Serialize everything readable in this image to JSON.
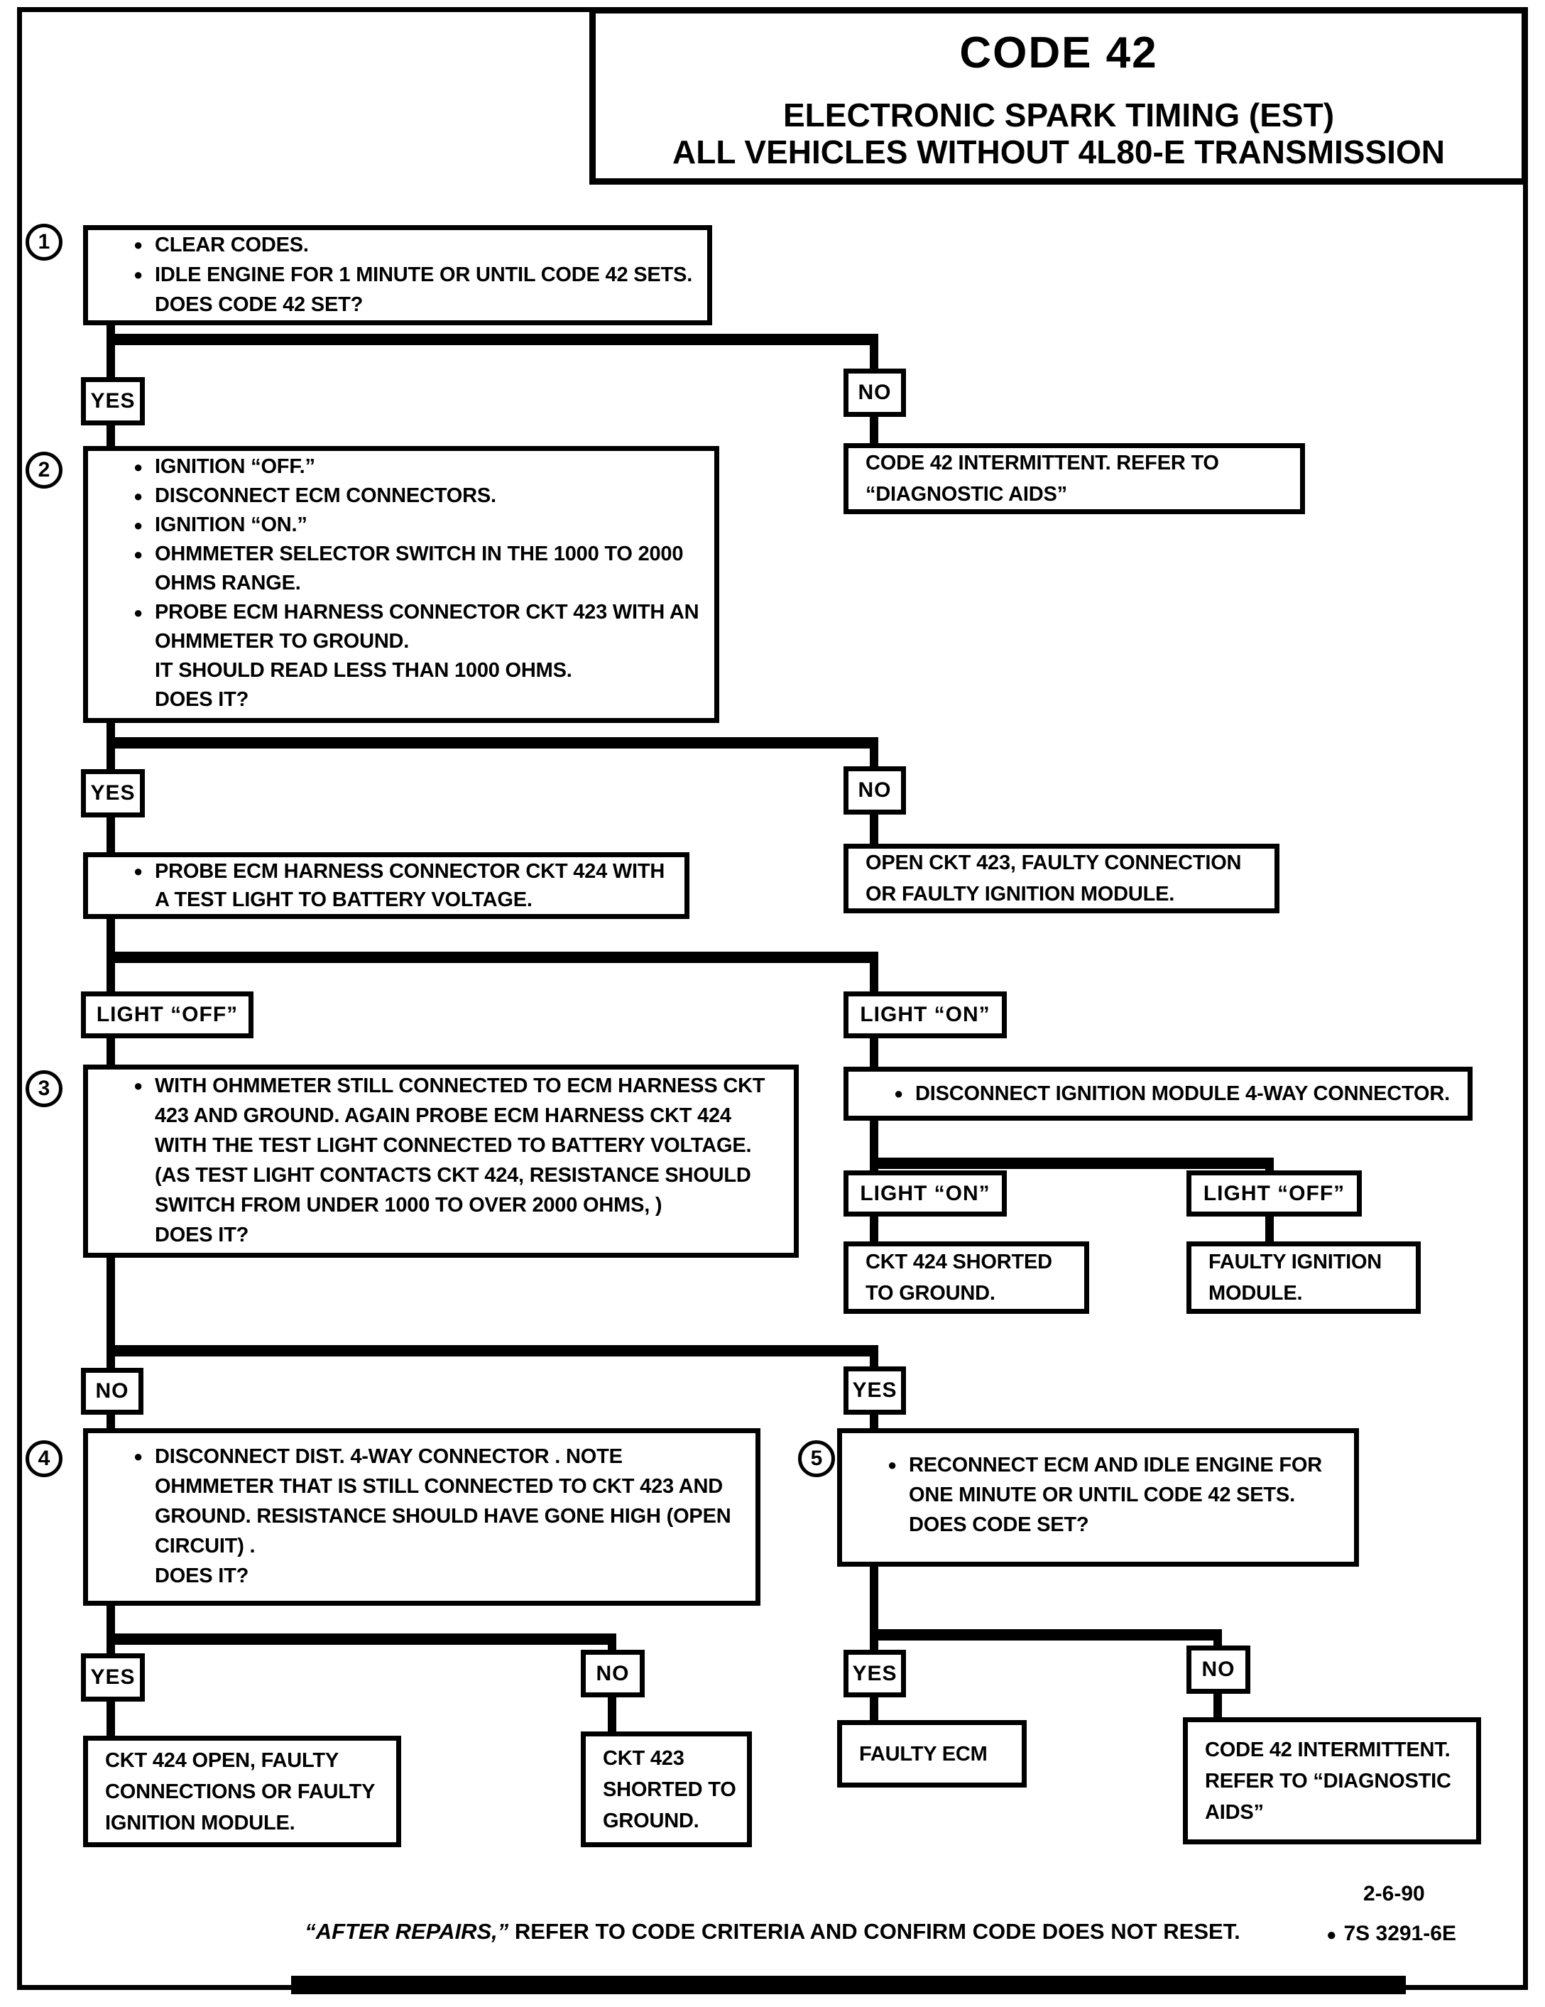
{
  "title": {
    "main": "CODE 42",
    "sub1": "ELECTRONIC SPARK TIMING (EST)",
    "sub2": "ALL VEHICLES WITHOUT 4L80-E TRANSMISSION"
  },
  "glyphs": {
    "bullet": "●"
  },
  "labels": {
    "yes": "YES",
    "no": "NO",
    "light_on": "LIGHT “ON”",
    "light_off": "LIGHT “OFF”"
  },
  "circles": {
    "c1": "1",
    "c2": "2",
    "c3": "3",
    "c4": "4",
    "c5": "5"
  },
  "steps": {
    "s1": {
      "b0": "CLEAR CODES.",
      "b1": "IDLE ENGINE FOR 1 MINUTE OR UNTIL CODE 42 SETS.\nDOES CODE 42 SET?"
    },
    "s2": {
      "b0": "IGNITION “OFF.”",
      "b1": "DISCONNECT ECM CONNECTORS.",
      "b2": "IGNITION “ON.”",
      "b3": "OHMMETER SELECTOR SWITCH IN THE 1000 TO 2000\nOHMS RANGE.",
      "b4": "PROBE ECM HARNESS CONNECTOR CKT 423  WITH AN\nOHMMETER TO GROUND.\nIT SHOULD READ LESS THAN 1000 OHMS.\nDOES IT?"
    },
    "probe424": {
      "b0": "PROBE ECM HARNESS CONNECTOR CKT 424 WITH\nA TEST LIGHT TO BATTERY VOLTAGE."
    },
    "s3": {
      "b0": "WITH OHMMETER STILL CONNECTED TO ECM HARNESS CKT\n423 AND GROUND.  AGAIN PROBE ECM HARNESS CKT 424\nWITH THE TEST LIGHT CONNECTED TO BATTERY VOLTAGE.\n(AS TEST LIGHT CONTACTS CKT 424, RESISTANCE SHOULD\nSWITCH FROM UNDER 1000 TO OVER 2000 OHMS, )\nDOES IT?"
    },
    "disc4way": {
      "b0": "DISCONNECT IGNITION MODULE 4-WAY CONNECTOR."
    },
    "s4": {
      "b0": "DISCONNECT DIST. 4-WAY CONNECTOR .  NOTE\nOHMMETER THAT IS STILL CONNECTED TO CKT 423  AND\nGROUND. RESISTANCE SHOULD HAVE GONE HIGH (OPEN\nCIRCUIT) .\nDOES IT?"
    },
    "s5": {
      "b0": "RECONNECT ECM AND IDLE ENGINE FOR\nONE MINUTE OR UNTIL CODE 42 SETS.\nDOES CODE SET?"
    }
  },
  "results": {
    "code42_intermittent_top": "CODE 42 INTERMITTENT.  REFER TO\n“DIAGNOSTIC AIDS”",
    "open_ckt423": "OPEN CKT 423, FAULTY CONNECTION\nOR FAULTY IGNITION MODULE.",
    "ckt424_shorted": "CKT 424  SHORTED\nTO GROUND.",
    "faulty_ignition_module": "FAULTY IGNITION\nMODULE.",
    "ckt424_open": "CKT 424 OPEN, FAULTY\nCONNECTIONS OR FAULTY\nIGNITION MODULE.",
    "ckt423_shorted": "CKT 423\nSHORTED TO\nGROUND.",
    "faulty_ecm": "FAULTY ECM",
    "code42_intermittent_bottom": "CODE 42 INTERMITTENT.\nREFER TO “DIAGNOSTIC\nAIDS”"
  },
  "footer": {
    "note_italic": "“AFTER REPAIRS,”",
    "note_rest": " REFER TO CODE CRITERIA  AND CONFIRM CODE DOES NOT RESET.",
    "date": "2-6-90",
    "doc_bullet": "●",
    "doc": "7S 3291-6E"
  }
}
